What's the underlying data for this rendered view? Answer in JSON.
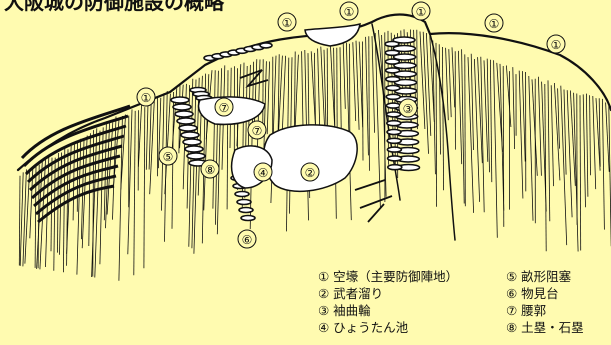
{
  "title_fragment": "大阪城の防御施設の概略",
  "colors": {
    "background": "#fffbb0",
    "ink": "#111111"
  },
  "markers": [
    "①",
    "①",
    "①",
    "①",
    "①",
    "①",
    "⑦",
    "⑦",
    "③",
    "⑤",
    "⑧",
    "④",
    "②",
    "⑥"
  ],
  "legend": [
    {
      "left": "① 空壕（主要防御陣地）",
      "right": "⑤ 畝形阻塞"
    },
    {
      "left": "② 武者溜り",
      "right": "⑥ 物見台"
    },
    {
      "left": "③ 袖曲輪",
      "right": "⑦ 腰郭"
    },
    {
      "left": "④ ひょうたん池",
      "right": "⑧ 土塁・石塁"
    }
  ]
}
